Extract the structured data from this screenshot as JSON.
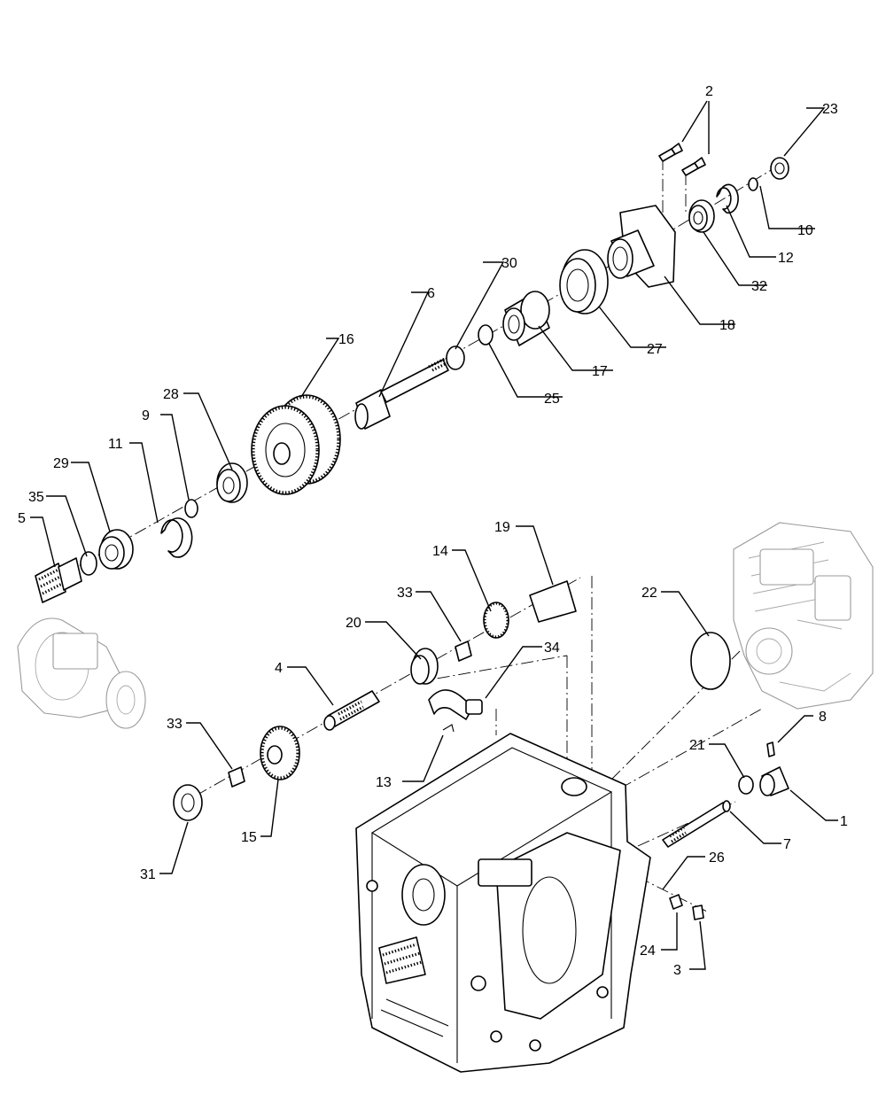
{
  "callouts": [
    {
      "id": "2",
      "label": "2"
    },
    {
      "id": "23",
      "label": "23"
    },
    {
      "id": "10",
      "label": "10"
    },
    {
      "id": "12",
      "label": "12"
    },
    {
      "id": "32",
      "label": "32"
    },
    {
      "id": "18",
      "label": "18"
    },
    {
      "id": "30",
      "label": "30"
    },
    {
      "id": "6",
      "label": "6"
    },
    {
      "id": "27",
      "label": "27"
    },
    {
      "id": "17",
      "label": "17"
    },
    {
      "id": "25",
      "label": "25"
    },
    {
      "id": "16",
      "label": "16"
    },
    {
      "id": "28",
      "label": "28"
    },
    {
      "id": "9",
      "label": "9"
    },
    {
      "id": "11",
      "label": "11"
    },
    {
      "id": "29",
      "label": "29"
    },
    {
      "id": "35",
      "label": "35"
    },
    {
      "id": "5",
      "label": "5"
    },
    {
      "id": "19",
      "label": "19"
    },
    {
      "id": "14",
      "label": "14"
    },
    {
      "id": "33a",
      "label": "33"
    },
    {
      "id": "20",
      "label": "20"
    },
    {
      "id": "34",
      "label": "34"
    },
    {
      "id": "22",
      "label": "22"
    },
    {
      "id": "4",
      "label": "4"
    },
    {
      "id": "33b",
      "label": "33"
    },
    {
      "id": "13",
      "label": "13"
    },
    {
      "id": "8",
      "label": "8"
    },
    {
      "id": "21",
      "label": "21"
    },
    {
      "id": "1",
      "label": "1"
    },
    {
      "id": "7",
      "label": "7"
    },
    {
      "id": "15",
      "label": "15"
    },
    {
      "id": "31",
      "label": "31"
    },
    {
      "id": "26",
      "label": "26"
    },
    {
      "id": "24",
      "label": "24"
    },
    {
      "id": "3",
      "label": "3"
    }
  ]
}
